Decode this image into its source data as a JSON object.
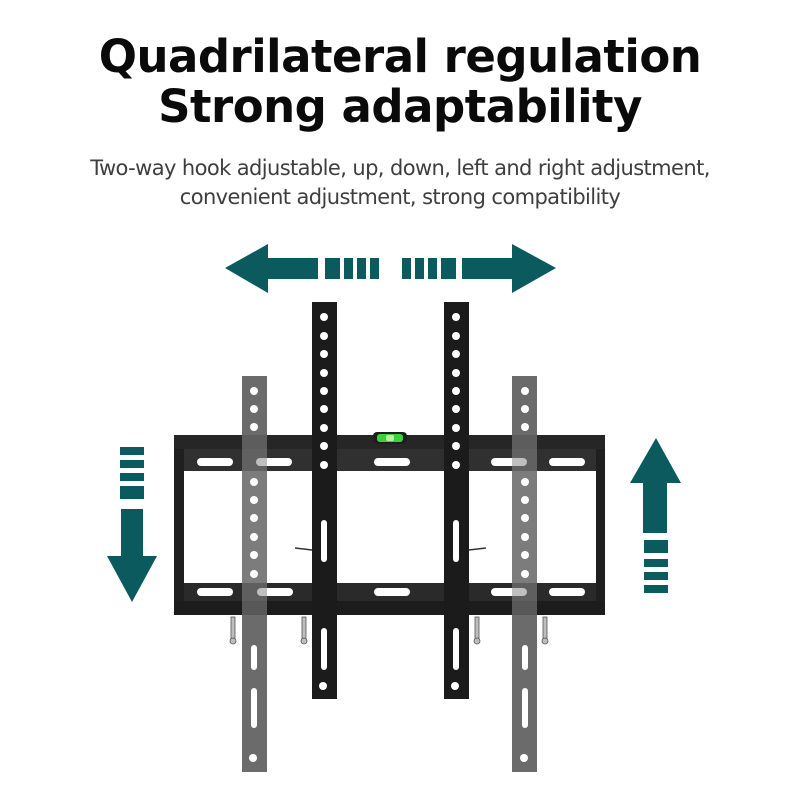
{
  "headline": {
    "line1": "Quadrilateral regulation",
    "line2": "Strong adaptability"
  },
  "description": {
    "line1": "Two-way hook adjustable, up, down, left and right adjustment,",
    "line2": "convenient adjustment, strong compatibility"
  },
  "colors": {
    "accent": "#0a5a5e",
    "bracket_front": "#1b1b1b",
    "bracket_back": "#6b6b6b",
    "level_bubble": "#38d43a"
  },
  "icons": {
    "left_arrow": "arrow-left-icon",
    "right_arrow": "arrow-right-icon",
    "down_arrow": "arrow-down-icon",
    "up_arrow": "arrow-up-icon",
    "product": "tv-wall-mount-bracket"
  }
}
